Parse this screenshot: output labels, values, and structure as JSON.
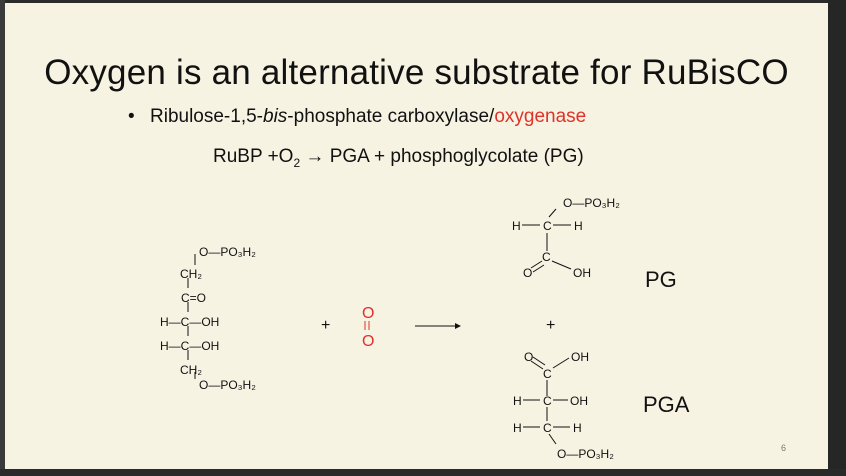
{
  "slide": {
    "title": "Oxygen is an alternative substrate for RuBisCO",
    "bullet": {
      "prefix": "Ribulose-1,5-",
      "italic": "bis",
      "middle": "-phosphate carboxylase/",
      "highlight": "oxygenase",
      "highlight_color": "#e0312a"
    },
    "equation": {
      "part1": "RuBP +O",
      "sub": "2",
      "part2": " → PGA + phosphoglycolate (PG)"
    },
    "plus_signs": [
      "+",
      "+"
    ],
    "oxygen": {
      "atom1": "O",
      "atom2": "O",
      "color": "#e0312a"
    },
    "rubp": {
      "phos_top": "O—PO₃H₂",
      "ch2_top": "CH₂",
      "co": "C=O",
      "choh1": "H—C—OH",
      "choh2": "H—C—OH",
      "ch2_bottom": "CH₂",
      "phos_bottom": "O—PO₃H₂"
    },
    "pg": {
      "phos": "O—PO₃H₂",
      "h_left": "H",
      "c": "C",
      "h_right": "H",
      "o": "O",
      "c2": "C",
      "oh": "OH",
      "label": "PG"
    },
    "pga": {
      "o": "O",
      "oh": "OH",
      "c_top": "C",
      "h1": "H",
      "c_mid": "C",
      "oh2": "OH",
      "h2": "H",
      "c_low": "C",
      "h3": "H",
      "phos": "O—PO₃H₂",
      "label": "PGA"
    },
    "page_number": "6"
  }
}
